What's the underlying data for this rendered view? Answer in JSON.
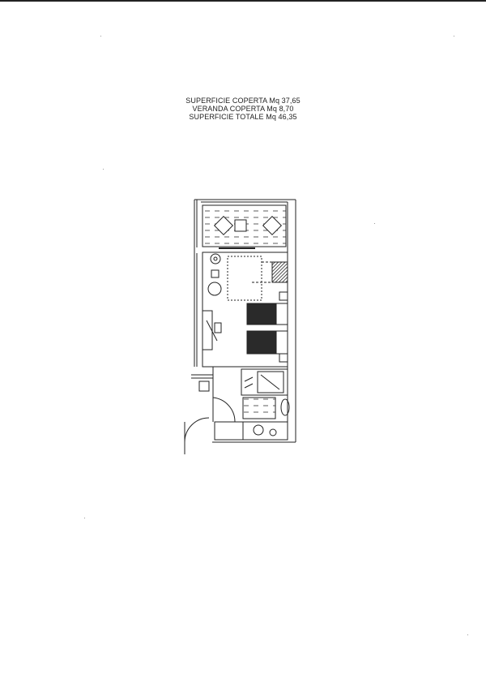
{
  "document": {
    "areas": [
      "SUPERFICIE COPERTA Mq 37,65",
      "VERANDA COPERTA Mq 8,70",
      "SUPERFICIE TOTALE Mq 46,35"
    ]
  },
  "colors": {
    "ink": "#222222",
    "hatch": "#333333",
    "bed": "#2a2a2a"
  }
}
